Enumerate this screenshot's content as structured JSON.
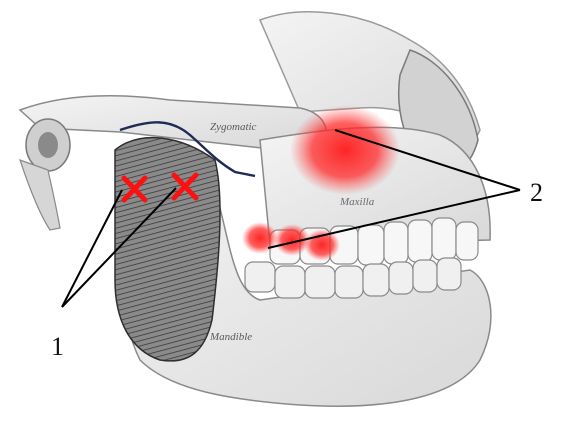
{
  "figure": {
    "bone_labels": {
      "zygomatic": "Zygomatic",
      "maxilla": "Maxilla",
      "mandible": "Mandible"
    },
    "callouts": [
      {
        "id": "1",
        "text": "1",
        "marker": "x-marks",
        "count": 2
      },
      {
        "id": "2",
        "text": "2",
        "marker": "red-glow",
        "count": 2
      }
    ],
    "colors": {
      "bone": "#ececec",
      "bone_shade": "#9a9a9a",
      "muscle": "#6f6f6f",
      "highlight": "#ff1a1a",
      "leader_line": "#000000",
      "ligament": "#1f2a55"
    }
  }
}
